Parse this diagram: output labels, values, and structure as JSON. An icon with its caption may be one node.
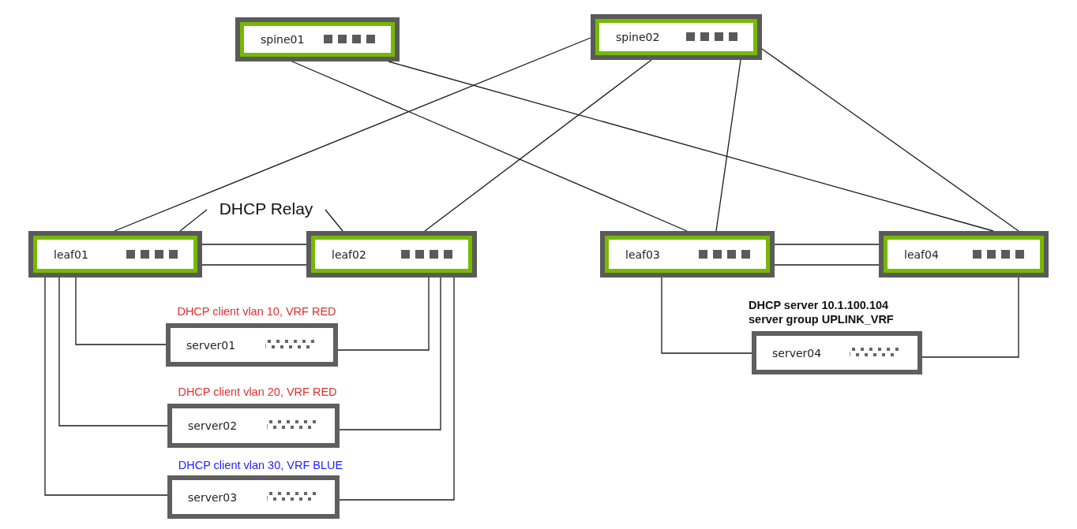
{
  "diagram": {
    "nodes": [
      {
        "text": [
          "spine01"
        ]
      },
      {
        "text": [
          "spine02"
        ]
      },
      {
        "text": [
          "leaf01"
        ]
      },
      {
        "text": [
          "leaf02"
        ]
      },
      {
        "text": [
          "leaf03"
        ]
      },
      {
        "text": [
          "leaf04"
        ]
      },
      {
        "text": [
          "server01"
        ],
        "beside": [
          "DHCP client vlan 10, VRF RED"
        ]
      },
      {
        "text": [
          "server02"
        ],
        "beside": [
          "DHCP client vlan 20, VRF RED"
        ]
      },
      {
        "text": [
          "server03"
        ],
        "beside": [
          "DHCP client vlan 30, VRF BLUE"
        ]
      },
      {
        "text": [
          "server04"
        ],
        "beside": [
          "DHCP server 10.1.100.104",
          "server group UPLINK_VRF"
        ]
      },
      {
        "text": [
          "DHCP Relay"
        ]
      }
    ],
    "edges": [
      {
        "from": 0,
        "to": 4,
        "arrow": "none"
      },
      {
        "from": 0,
        "to": 5,
        "arrow": "none"
      },
      {
        "from": 1,
        "to": 2,
        "arrow": "none"
      },
      {
        "from": 1,
        "to": 3,
        "arrow": "none"
      },
      {
        "from": 1,
        "to": 4,
        "arrow": "none"
      },
      {
        "from": 1,
        "to": 5,
        "arrow": "none"
      },
      {
        "from": 2,
        "to": 3,
        "arrow": "none"
      },
      {
        "from": 2,
        "to": 3,
        "arrow": "none"
      },
      {
        "from": 4,
        "to": 5,
        "arrow": "none"
      },
      {
        "from": 4,
        "to": 5,
        "arrow": "none"
      },
      {
        "from": 2,
        "to": 6,
        "arrow": "none"
      },
      {
        "from": 2,
        "to": 7,
        "arrow": "none"
      },
      {
        "from": 2,
        "to": 8,
        "arrow": "none"
      },
      {
        "from": 3,
        "to": 6,
        "arrow": "none"
      },
      {
        "from": 3,
        "to": 7,
        "arrow": "none"
      },
      {
        "from": 3,
        "to": 8,
        "arrow": "none"
      },
      {
        "from": 4,
        "to": 9,
        "arrow": "none"
      },
      {
        "from": 5,
        "to": 9,
        "arrow": "none"
      },
      {
        "from": 10,
        "to": 2,
        "arrow": "none"
      },
      {
        "from": 10,
        "to": 3,
        "arrow": "none"
      }
    ]
  }
}
